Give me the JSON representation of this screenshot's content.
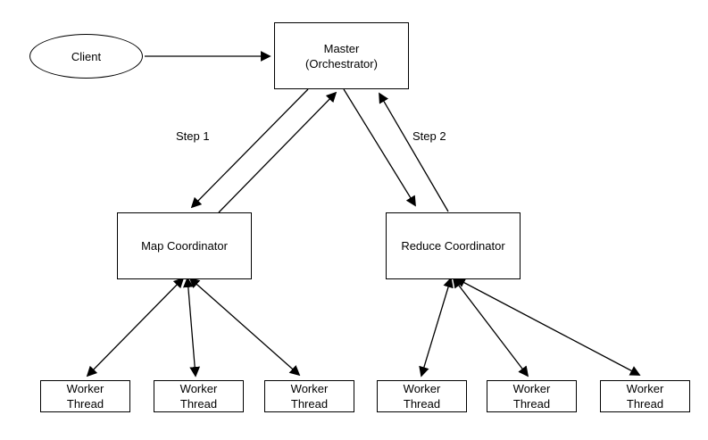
{
  "diagram": {
    "nodes": {
      "client": {
        "label": "Client",
        "shape": "ellipse"
      },
      "master": {
        "line1": "Master",
        "line2": "(Orchestrator)",
        "shape": "rectangle"
      },
      "map_coordinator": {
        "label": "Map Coordinator",
        "shape": "rectangle"
      },
      "reduce_coordinator": {
        "label": "Reduce Coordinator",
        "shape": "rectangle"
      }
    },
    "workers": [
      {
        "line1": "Worker",
        "line2": "Thread"
      },
      {
        "line1": "Worker",
        "line2": "Thread"
      },
      {
        "line1": "Worker",
        "line2": "Thread"
      },
      {
        "line1": "Worker",
        "line2": "Thread"
      },
      {
        "line1": "Worker",
        "line2": "Thread"
      },
      {
        "line1": "Worker",
        "line2": "Thread"
      }
    ],
    "edge_labels": {
      "step1": "Step 1",
      "step2": "Step 2"
    },
    "colors": {
      "stroke": "#000000",
      "node_fill": "#ffffff",
      "background": "#ffffff",
      "text": "#000000"
    }
  }
}
